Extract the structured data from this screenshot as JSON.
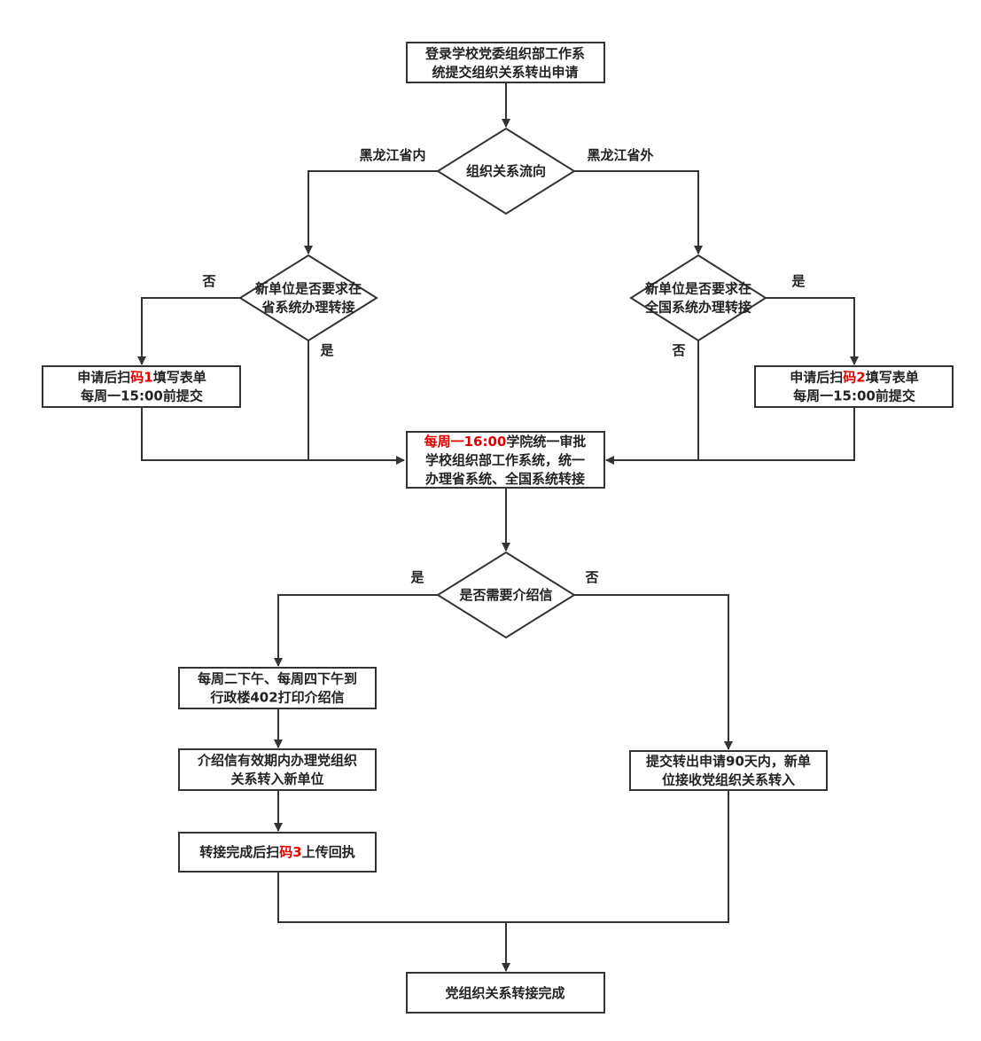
{
  "colors": {
    "stroke": "#333333",
    "text": "#222222",
    "highlight": "#e00000",
    "background": "#ffffff"
  },
  "nodes": {
    "start": {
      "lines": [
        [
          {
            "t": "登录学校党委组织部工作系"
          }
        ],
        [
          {
            "t": "统提交组织关系转出申请"
          }
        ]
      ]
    },
    "flow_decision": {
      "lines": [
        [
          {
            "t": "组织关系流向"
          }
        ]
      ]
    },
    "province_decision": {
      "lines": [
        [
          {
            "t": "新单位是否要求在"
          }
        ],
        [
          {
            "t": "省系统办理转接"
          }
        ]
      ]
    },
    "national_decision": {
      "lines": [
        [
          {
            "t": "新单位是否要求在"
          }
        ],
        [
          {
            "t": "全国系统办理转接"
          }
        ]
      ]
    },
    "scan_code1": {
      "lines": [
        [
          {
            "t": "申请后扫"
          },
          {
            "t": "码1",
            "red": true
          },
          {
            "t": "填写表单"
          }
        ],
        [
          {
            "t": "每周一15:00前提交"
          }
        ]
      ]
    },
    "scan_code2": {
      "lines": [
        [
          {
            "t": "申请后扫"
          },
          {
            "t": "码2",
            "red": true
          },
          {
            "t": "填写表单"
          }
        ],
        [
          {
            "t": "每周一15:00前提交"
          }
        ]
      ]
    },
    "approval": {
      "lines": [
        [
          {
            "t": "每周一16:00",
            "red": true
          },
          {
            "t": "学院统一审批"
          }
        ],
        [
          {
            "t": "学校组织部工作系统，统一"
          }
        ],
        [
          {
            "t": "办理省系统、全国系统转接"
          }
        ]
      ]
    },
    "letter_decision": {
      "lines": [
        [
          {
            "t": "是否需要介绍信"
          }
        ]
      ]
    },
    "print_letter": {
      "lines": [
        [
          {
            "t": "每周二下午、每周四下午到"
          }
        ],
        [
          {
            "t": "行政楼402打印介绍信"
          }
        ]
      ]
    },
    "transfer_in": {
      "lines": [
        [
          {
            "t": "介绍信有效期内办理党组织"
          }
        ],
        [
          {
            "t": "关系转入新单位"
          }
        ]
      ]
    },
    "upload_receipt": {
      "lines": [
        [
          {
            "t": "转接完成后扫"
          },
          {
            "t": "码3",
            "red": true
          },
          {
            "t": "上传回执"
          }
        ]
      ]
    },
    "no_letter": {
      "lines": [
        [
          {
            "t": "提交转出申请90天内，新单"
          }
        ],
        [
          {
            "t": "位接收党组织关系转入"
          }
        ]
      ]
    },
    "end": {
      "lines": [
        [
          {
            "t": "党组织关系转接完成"
          }
        ]
      ]
    }
  },
  "edge_labels": {
    "in_province": {
      "text": "黑龙江省内",
      "red": false
    },
    "out_province": {
      "text": "黑龙江省外",
      "red": false
    },
    "left_no": {
      "text": "否",
      "red": true
    },
    "left_yes": {
      "text": "是",
      "red": false
    },
    "right_yes": {
      "text": "是",
      "red": false
    },
    "right_no": {
      "text": "否",
      "red": true
    },
    "letter_yes": {
      "text": "是",
      "red": false
    },
    "letter_no": {
      "text": "否",
      "red": true
    }
  }
}
